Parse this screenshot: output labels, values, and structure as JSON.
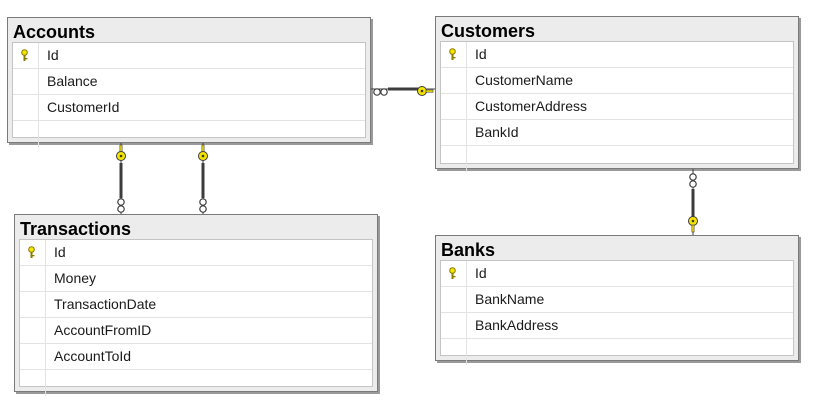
{
  "tables": {
    "accounts": {
      "title": "Accounts",
      "columns": [
        "Id",
        "Balance",
        "CustomerId"
      ],
      "primary_key": "Id"
    },
    "customers": {
      "title": "Customers",
      "columns": [
        "Id",
        "CustomerName",
        "CustomerAddress",
        "BankId"
      ],
      "primary_key": "Id"
    },
    "transactions": {
      "title": "Transactions",
      "columns": [
        "Id",
        "Money",
        "TransactionDate",
        "AccountFromID",
        "AccountToId"
      ],
      "primary_key": "Id"
    },
    "banks": {
      "title": "Banks",
      "columns": [
        "Id",
        "BankName",
        "BankAddress"
      ],
      "primary_key": "Id"
    }
  },
  "relationships": [
    {
      "one_side": "Customers",
      "many_side": "Accounts"
    },
    {
      "one_side": "Accounts",
      "many_side": "Transactions"
    },
    {
      "one_side": "Accounts",
      "many_side": "Transactions"
    },
    {
      "one_side": "Banks",
      "many_side": "Customers"
    }
  ],
  "icons": {
    "primary_key": "key-icon",
    "one_end": "key-icon",
    "many_end": "infinity-icon"
  },
  "colors": {
    "key": "#f5e400",
    "relationship_line": "#3c3c3c",
    "table_border": "#7a7a7a",
    "header_bg": "#ececec"
  }
}
